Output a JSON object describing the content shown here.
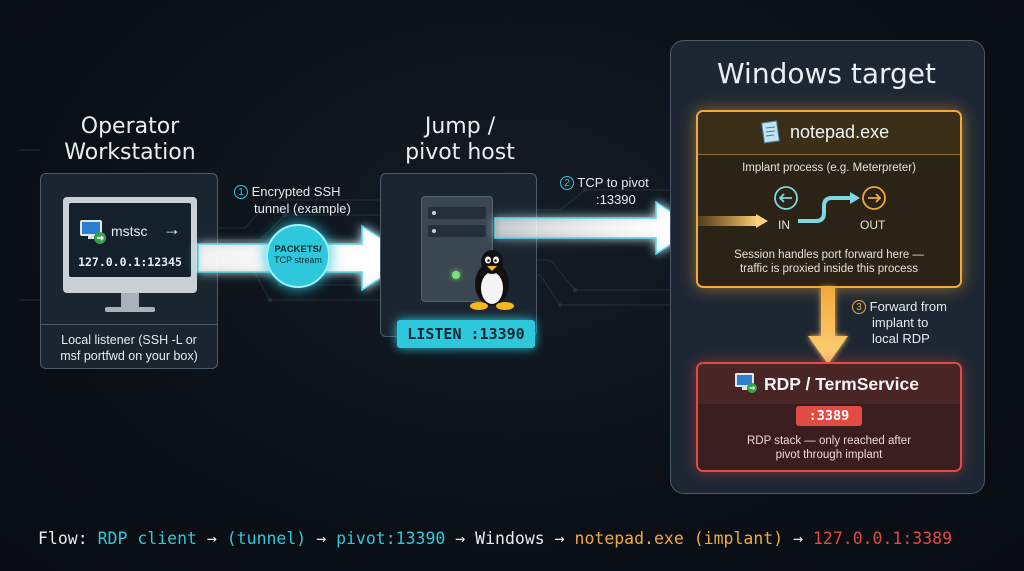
{
  "operator": {
    "title_line1": "Operator",
    "title_line2": "Workstation",
    "app_label": "mstsc",
    "app_arrow": "→",
    "address": "127.0.0.1:12345",
    "caption_line1": "Local listener (SSH -L or",
    "caption_line2": "msf portfwd on your box)"
  },
  "tunnel": {
    "step_number": "1",
    "label_line1": "Encrypted SSH",
    "label_line2": "tunnel (example)",
    "bubble_line1": "PACKETS/",
    "bubble_line2": "TCP stream"
  },
  "pivot": {
    "title_line1": "Jump /",
    "title_line2": "pivot host",
    "listen_badge": "LISTEN :13390"
  },
  "pivot_link": {
    "step_number": "2",
    "label_line1": "TCP to pivot",
    "label_line2": ":13390"
  },
  "windows": {
    "title": "Windows target",
    "notepad": {
      "title": "notepad.exe",
      "subtitle": "Implant process (e.g. Meterpreter)",
      "in_label": "IN",
      "out_label": "OUT",
      "caption_line1": "Session handles port forward here —",
      "caption_line2": "traffic is proxied inside this process"
    },
    "forward": {
      "step_number": "3",
      "label_line1": "Forward from",
      "label_line2": "implant to",
      "label_line3": "local RDP"
    },
    "rdp": {
      "title": "RDP / TermService",
      "port": ":3389",
      "caption_line1": "RDP stack — only reached after",
      "caption_line2": "pivot through implant"
    }
  },
  "flow": {
    "prefix": "Flow:",
    "seg1": "RDP client",
    "arrow1": "→",
    "seg2": "(tunnel)",
    "arrow2": "→",
    "seg3": "pivot:13390",
    "arrow3": "→",
    "seg4": "Windows",
    "arrow4": "→",
    "seg5": "notepad.exe (implant)",
    "arrow5": "→",
    "seg6": "127.0.0.1:3389"
  },
  "colors": {
    "cyan": "#2ec8dc",
    "orange": "#f2a93b",
    "red": "#e24a44",
    "background": "#0b1017"
  }
}
